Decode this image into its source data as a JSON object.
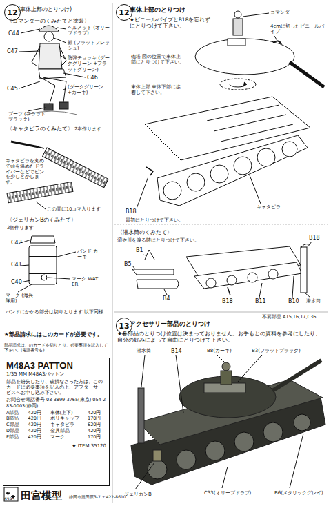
{
  "diagram": {
    "nodes": [
      {
        "text": [
          "12"
        ]
      },
      {
        "text": [
          "M48A3 PATTON",
          "1/35 MM M48A3パットン",
          "部品を紛失したり、破損なさった方は、このカードに必要事項を記入の上、アフターサービスへお申し込み下さい。",
          "お問合せ電話番号 03-3899-3765(東京) 054-283-0003(静岡)"
        ]
      },
      {
        "text": [
          "12"
        ]
      },
      {
        "text": [
          "13"
        ]
      }
    ],
    "labels": [
      "(車体上部のとりつけ)",
      "〈コマンダーのくみたてと塗装〉",
      "C44",
      "ヘルメット (オリーブドラブ)",
      "顔 (フラットフレッシュ)",
      "C47",
      "防弾チョッキ (ダークグリーン +フラットグリーン)",
      "C46",
      "(ダークグリーン +カーキ)",
      "C45",
      "ブーツ (フラットブラック)",
      "〈キャタピラのくみたて〉",
      "2本作ります",
      "キャタピラを丸めて頭を温めたドライバーなどでピンを少しとかします。",
      "この間に10コマ入ります",
      "〈ジェリカンBのくみたて〉",
      "2個作ります",
      "C42",
      "C41",
      "C40",
      "バンド カーキ",
      "マーク WATER",
      "マーク (海兵隊用)",
      "バンドにかかる部分は切りとります 以下同様",
      "★部品請求にはこのカードが必要です。",
      "部品請求はこのカードを切りとり、必要事項を記入して下さい。(電話番号も)",
      "A部品",
      "420円",
      "車体(上下)",
      "420円",
      "B部品",
      "420円",
      "ポリキャップ",
      "170円",
      "C部品",
      "420円",
      "キャタピラ",
      "620円",
      "D部品",
      "420円",
      "金具部品",
      "420円",
      "E部品",
      "420円",
      "マーク",
      "170円",
      "★ ITEM 35120",
      "6595",
      "田宮模型",
      "静岡市恩田原3-7 〒422-8610",
      "車体上部のとりつけ",
      "★ビニールパイプとB18を忘れずにとりつけて下さい。",
      "コマンダー",
      "4cmに切ったビニールパイプ",
      "砲塔 図の位置で車体上部にとりつけて下さい。",
      "車体上部 車体下部に接着して下さい。",
      "B18",
      "最初にとりつけて下さい。",
      "キャタピラ",
      "〈潜水筒のくみたて〉",
      "沼や川を渡る時にとりつけて下さい。",
      "B1",
      "B5",
      "B4",
      "B18",
      "B18",
      "B11",
      "B10",
      "潜水筒",
      "不要部品 A15,16,17,C36",
      "アクセサリー部品のとりつけ",
      "★各部品のとりつけ位置は決まっておりません。お手もとの資料を参考にしたり、自分の好みによって自由にとりつけて下さい。",
      "潜水筒",
      "B14",
      "B8(カーキ)",
      "B3(フラットブラック)",
      "ジェリカンB",
      "C33(オリーブドラブ)",
      "B6(メタリックグレイ)"
    ]
  }
}
